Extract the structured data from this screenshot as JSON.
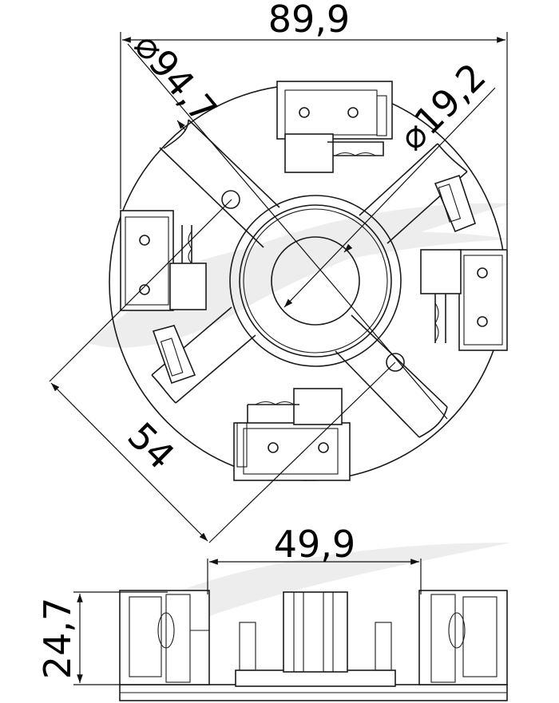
{
  "dimensions": {
    "overall_width": "89,9",
    "outer_diameter": "⌀94,7",
    "bore_diameter": "⌀19,2",
    "diagonal_span": "54",
    "base_width": "49,9",
    "height": "24,7"
  }
}
